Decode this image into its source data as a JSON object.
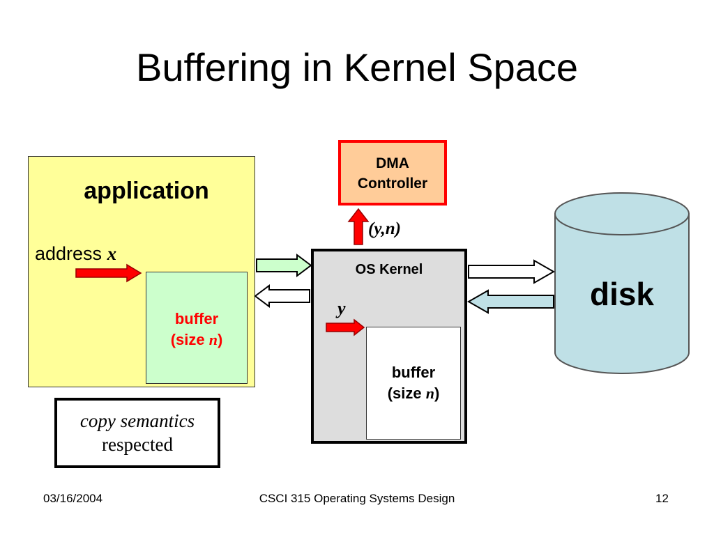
{
  "slide": {
    "title": "Buffering in Kernel Space"
  },
  "application": {
    "label": "application",
    "address_text": "address",
    "address_var": "x",
    "buffer": {
      "line1": "buffer",
      "size_text": "(size",
      "size_var": "n",
      "close": ")"
    }
  },
  "copy_note": {
    "line1": "copy semantics",
    "line2": "respected"
  },
  "dma": {
    "line1": "DMA",
    "line2": "Controller",
    "request_label": "(y,n)"
  },
  "kernel": {
    "label": "OS Kernel",
    "pointer_var": "y",
    "buffer": {
      "line1": "buffer",
      "size_text": "(size",
      "size_var": "n",
      "close": ")"
    }
  },
  "disk": {
    "label": "disk"
  },
  "footer": {
    "date": "03/16/2004",
    "course": "CSCI 315 Operating Systems Design",
    "page": "12"
  },
  "colors": {
    "application_fill": "#ffff99",
    "app_buffer_fill": "#ccffcc",
    "dma_fill": "#ffcc99",
    "dma_border": "#ff0000",
    "kernel_fill": "#dddddd",
    "disk_fill": "#bfe0e6",
    "pointer_arrow": "#ff0000",
    "arrow_to_kernel_fill": "#ccffcc",
    "arrow_from_disk_fill": "#bfe0e6"
  }
}
